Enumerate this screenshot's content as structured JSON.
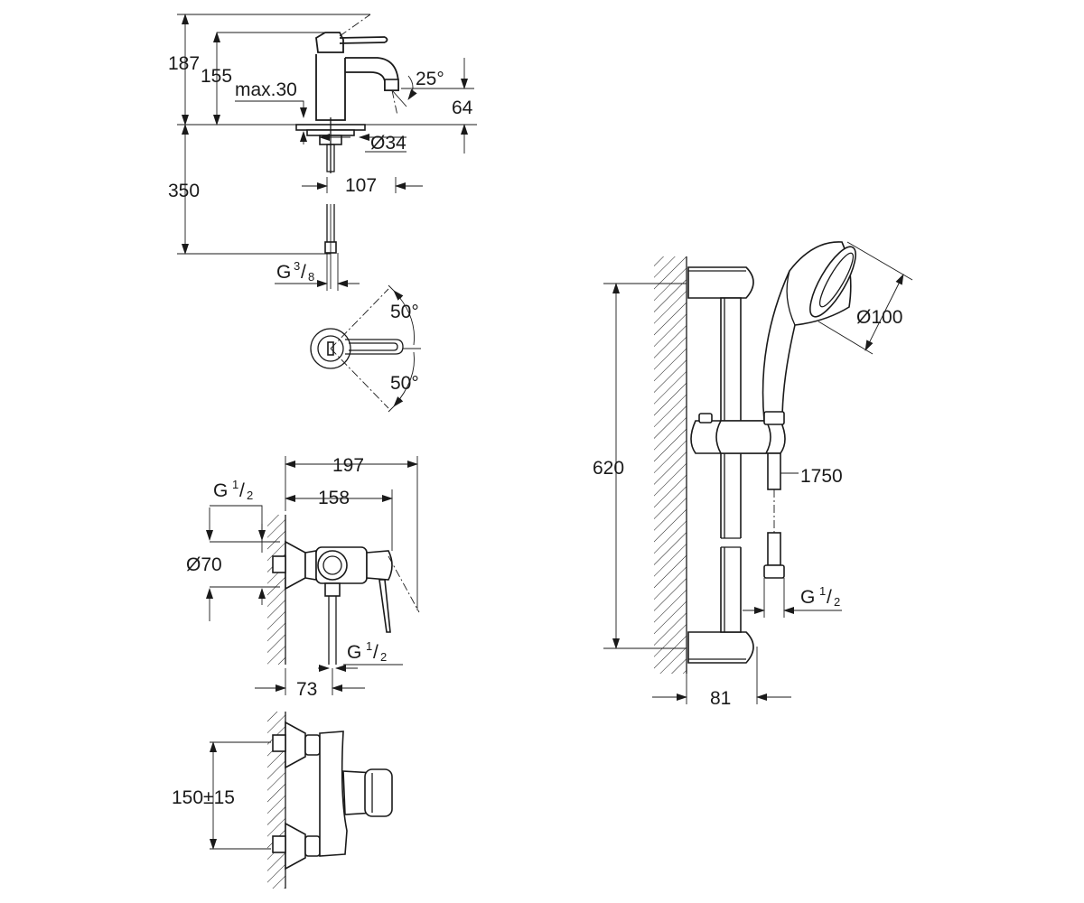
{
  "basin_mixer": {
    "dim_total_height": "187",
    "dim_spout_height": "155",
    "dim_deck_thickness": "max.30",
    "dim_spout_angle": "25°",
    "dim_spout_clearance": "64",
    "dim_shank_diameter": "Ø34",
    "dim_reach": "107",
    "dim_hose_length": "350",
    "connection_thread": "G",
    "connection_num": "3",
    "connection_den": "8"
  },
  "lever_top_view": {
    "angle_top": "50°",
    "angle_bottom": "50°"
  },
  "shower_mixer": {
    "dim_total_depth": "197",
    "dim_body_depth": "158",
    "inlet_thread": "G",
    "inlet_num": "1",
    "inlet_den": "2",
    "dim_flange_diameter": "Ø70",
    "outlet_thread": "G",
    "outlet_num": "1",
    "outlet_den": "2",
    "dim_outlet_offset": "73",
    "dim_centres": "150±15"
  },
  "shower_rail": {
    "dim_rail_length": "620",
    "dim_head_diameter": "Ø100",
    "dim_hose_length": "1750",
    "hose_thread": "G",
    "hose_num": "1",
    "hose_den": "2",
    "dim_wall_offset": "81"
  }
}
